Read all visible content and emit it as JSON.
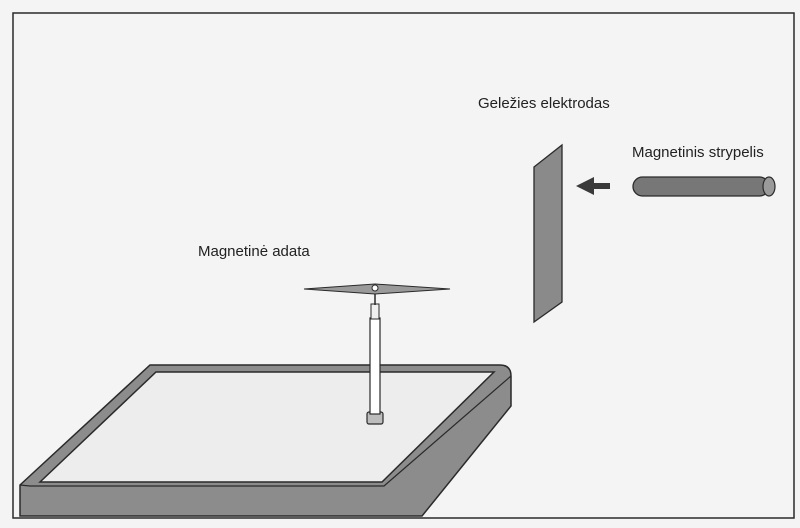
{
  "labels": {
    "iron_electrode": "Geležies elektrodas",
    "magnetic_bar": "Magnetinis strypelis",
    "magnetic_needle": "Magnetinė adata"
  },
  "colors": {
    "background": "#f4f4f4",
    "frame": "#2a2a2a",
    "table_top": "#ededed",
    "table_side": "#8c8c8c",
    "electrode": "#8a8a8a",
    "bar": "#777777",
    "arrow": "#3a3a3a",
    "needle": "#9a9a9a"
  }
}
